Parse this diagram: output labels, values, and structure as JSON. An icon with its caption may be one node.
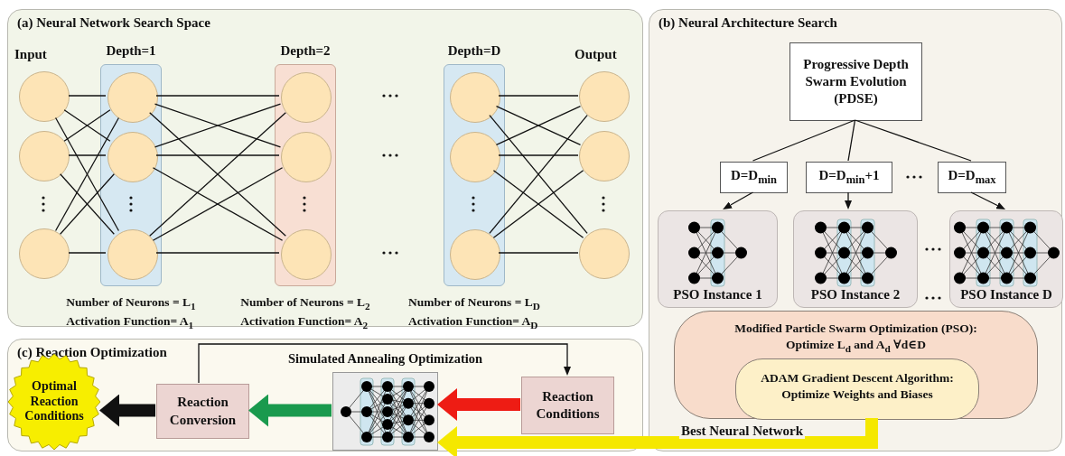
{
  "diagram": {
    "nodes": [
      {
        "text": [
          "(a) Neural Network Search Space"
        ]
      },
      {
        "text": [
          "(b) Neural Architecture Search"
        ]
      },
      {
        "text": [
          "(c) Reaction Optimization"
        ]
      },
      {
        "text": [
          "Depth=1"
        ],
        "in": 0,
        "beside": [
          "Number of Neurons = L$_{1}$",
          "Activation Function= A$_{1}$"
        ]
      },
      {
        "text": [
          "Depth=2"
        ],
        "in": 0,
        "beside": [
          "Number of Neurons = L$_{2}$",
          "Activation Function= A$_{2}$"
        ]
      },
      {
        "text": [
          "Depth=D"
        ],
        "in": 0,
        "beside": [
          "Number of Neurons = L$_{D}$",
          "Activation Function= A$_{D}$"
        ]
      },
      {
        "text": [],
        "shape": "circle",
        "in": 0,
        "beside": [
          "Input"
        ]
      },
      {
        "text": [],
        "shape": "circle",
        "in": 0
      },
      {
        "text": [],
        "shape": "circle",
        "in": 0
      },
      {
        "text": [],
        "shape": "circle",
        "in": 3
      },
      {
        "text": [],
        "shape": "circle",
        "in": 3
      },
      {
        "text": [],
        "shape": "circle",
        "in": 3
      },
      {
        "text": [],
        "shape": "circle",
        "in": 4
      },
      {
        "text": [],
        "shape": "circle",
        "in": 4
      },
      {
        "text": [],
        "shape": "circle",
        "in": 4
      },
      {
        "text": [],
        "shape": "circle",
        "in": 5
      },
      {
        "text": [],
        "shape": "circle",
        "in": 5
      },
      {
        "text": [],
        "shape": "circle",
        "in": 5
      },
      {
        "text": [],
        "shape": "circle",
        "in": 0,
        "beside": [
          "Output"
        ]
      },
      {
        "text": [],
        "shape": "circle",
        "in": 0
      },
      {
        "text": [],
        "shape": "circle",
        "in": 0
      },
      {
        "text": [
          "Progressive Depth Swarm Evolution (PDSE)"
        ],
        "in": 1
      },
      {
        "text": [
          "D=D$_{min}$"
        ],
        "in": 1
      },
      {
        "text": [
          "D=D$_{min}$+1"
        ],
        "in": 1
      },
      {
        "text": [
          "D=D$_{max}$"
        ],
        "in": 1
      },
      {
        "text": [
          "PSO Instance 1"
        ],
        "in": 1
      },
      {
        "text": [
          "PSO Instance 2"
        ],
        "in": 1
      },
      {
        "text": [
          "PSO Instance D"
        ],
        "in": 1
      },
      {
        "text": [
          "Modified Particle Swarm Optimization (PSO):",
          "Optimize L$_{d}$ and A$_{d}$    ∀d∈D"
        ],
        "in": 1
      },
      {
        "text": [
          "ADAM Gradient Descent Algorithm:",
          "Optimize Weights and Biases"
        ],
        "in": 28
      },
      {
        "text": [
          "Optimal Reaction Conditions"
        ],
        "in": 2
      },
      {
        "text": [
          "Reaction Conversion"
        ],
        "in": 2
      },
      {
        "text": [
          "Simulated Annealing Optimization"
        ],
        "in": 2
      },
      {
        "text": [
          "Reaction Conditions"
        ],
        "in": 2
      }
    ],
    "edges": [
      {
        "from": 6,
        "to": 9,
        "arrow": "none"
      },
      {
        "from": 6,
        "to": 10,
        "arrow": "none"
      },
      {
        "from": 6,
        "to": 11,
        "arrow": "none"
      },
      {
        "from": 7,
        "to": 9,
        "arrow": "none"
      },
      {
        "from": 7,
        "to": 10,
        "arrow": "none"
      },
      {
        "from": 7,
        "to": 11,
        "arrow": "none"
      },
      {
        "from": 8,
        "to": 9,
        "arrow": "none"
      },
      {
        "from": 8,
        "to": 10,
        "arrow": "none"
      },
      {
        "from": 8,
        "to": 11,
        "arrow": "none"
      },
      {
        "from": 9,
        "to": 12,
        "arrow": "none"
      },
      {
        "from": 9,
        "to": 13,
        "arrow": "none"
      },
      {
        "from": 9,
        "to": 14,
        "arrow": "none"
      },
      {
        "from": 10,
        "to": 12,
        "arrow": "none"
      },
      {
        "from": 10,
        "to": 13,
        "arrow": "none"
      },
      {
        "from": 10,
        "to": 14,
        "arrow": "none"
      },
      {
        "from": 11,
        "to": 12,
        "arrow": "none"
      },
      {
        "from": 11,
        "to": 13,
        "arrow": "none"
      },
      {
        "from": 11,
        "to": 14,
        "arrow": "none"
      },
      {
        "from": 15,
        "to": 18,
        "arrow": "none"
      },
      {
        "from": 15,
        "to": 19,
        "arrow": "none"
      },
      {
        "from": 15,
        "to": 20,
        "arrow": "none"
      },
      {
        "from": 16,
        "to": 18,
        "arrow": "none"
      },
      {
        "from": 16,
        "to": 19,
        "arrow": "none"
      },
      {
        "from": 16,
        "to": 20,
        "arrow": "none"
      },
      {
        "from": 17,
        "to": 18,
        "arrow": "none"
      },
      {
        "from": 17,
        "to": 19,
        "arrow": "none"
      },
      {
        "from": 17,
        "to": 20,
        "arrow": "none"
      },
      {
        "from": 21,
        "to": 22,
        "arrow": "none"
      },
      {
        "from": 21,
        "to": 23,
        "arrow": "none"
      },
      {
        "from": 21,
        "to": 24,
        "arrow": "none"
      },
      {
        "from": 22,
        "to": 25,
        "arrow": "to"
      },
      {
        "from": 23,
        "to": 26,
        "arrow": "to"
      },
      {
        "from": 24,
        "to": 27,
        "arrow": "to"
      },
      {
        "from": 28,
        "to": 32,
        "arrow": "to",
        "label": "Best Neural Network",
        "style": "thick",
        "color": "#f5e800"
      },
      {
        "from": 33,
        "to": 32,
        "arrow": "to",
        "style": "thick",
        "color": "#ee1c14"
      },
      {
        "from": 32,
        "to": 31,
        "arrow": "to",
        "style": "thick",
        "color": "#1a9a4e"
      },
      {
        "from": 31,
        "to": 30,
        "arrow": "to",
        "style": "thick"
      },
      {
        "from": 31,
        "to": 33,
        "arrow": "to"
      }
    ]
  }
}
